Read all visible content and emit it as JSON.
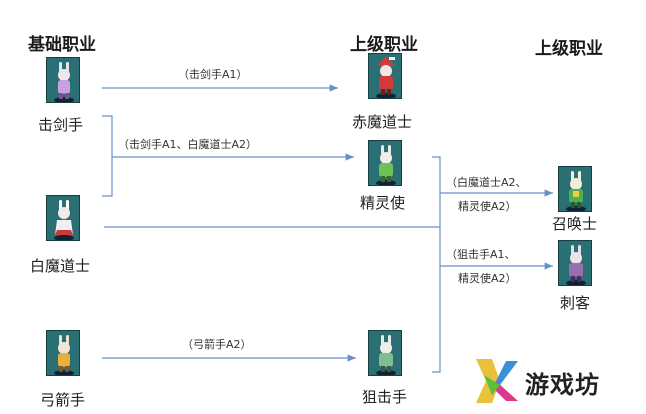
{
  "headings": {
    "base": "基础职业",
    "advanced_mid": "上级职业",
    "advanced_right": "上级职业"
  },
  "jobs": {
    "swordsman": "击剑手",
    "white_mage": "白魔道士",
    "archer": "弓箭手",
    "red_mage": "赤魔道士",
    "elementalist": "精灵使",
    "sniper": "狙击手",
    "summoner": "召唤士",
    "assassin": "刺客"
  },
  "conditions": {
    "to_red_mage": "（击剑手A1）",
    "to_elementalist": "（击剑手A1、白魔道士A2）",
    "to_sniper": "（弓箭手A2）",
    "to_summoner_1": "（白魔道士A2、",
    "to_summoner_2": "精灵使A2）",
    "to_assassin_1": "（狙击手A1、",
    "to_assassin_2": "精灵使A2）"
  },
  "logo": {
    "text": "游戏坊",
    "icon": "colorful-x-logo-icon"
  },
  "colors": {
    "arrow": "#6b8fc9",
    "sprite_bg": "#2a6f73",
    "swordsman": "#c8a2e0",
    "white_mage": "#e8e8f0",
    "archer": "#e8b23a",
    "red_mage": "#d23a3a",
    "elementalist": "#6fbf5a",
    "sniper": "#7fbf8f",
    "summoner": "#4fae5a",
    "assassin": "#9a6fb0"
  }
}
